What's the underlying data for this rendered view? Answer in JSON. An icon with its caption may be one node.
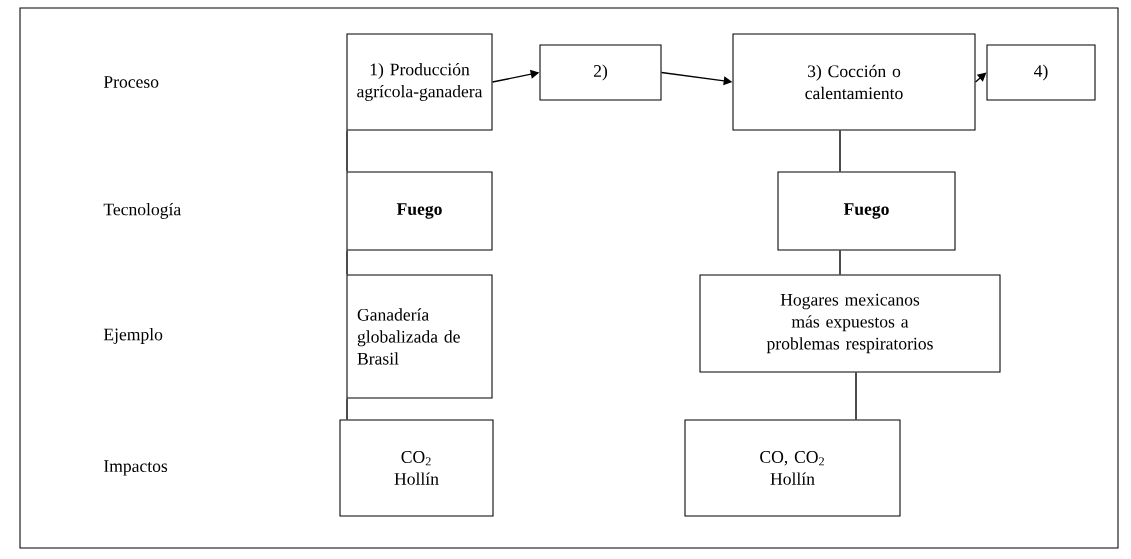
{
  "diagram": {
    "nodes": [
      {
        "text": [
          "1) Producción agrícola-ganadera"
        ]
      },
      {
        "text": [
          "2)"
        ]
      },
      {
        "text": [
          "3) Cocción o calentamiento"
        ]
      },
      {
        "text": [
          "4)"
        ]
      },
      {
        "text": [
          "Fuego"
        ]
      },
      {
        "text": [
          "Fuego"
        ]
      },
      {
        "text": [
          "Ganadería globalizada de Brasil"
        ]
      },
      {
        "text": [
          "Hogares mexicanos más expuestos a problemas respiratorios"
        ]
      },
      {
        "text": [
          "CO$_{2}$ Hollín"
        ]
      },
      {
        "text": [
          "CO, CO$_{2}$ Hollín"
        ]
      }
    ],
    "edges": [
      {
        "from": 0,
        "to": 1,
        "arrow": "to"
      },
      {
        "from": 1,
        "to": 2,
        "arrow": "to"
      },
      {
        "from": 2,
        "to": 3,
        "arrow": "to"
      },
      {
        "from": 0,
        "to": 4,
        "arrow": "none"
      },
      {
        "from": 4,
        "to": 6,
        "arrow": "none"
      },
      {
        "from": 6,
        "to": 8,
        "arrow": "none"
      },
      {
        "from": 2,
        "to": 5,
        "arrow": "none"
      },
      {
        "from": 5,
        "to": 7,
        "arrow": "none"
      },
      {
        "from": 7,
        "to": 9,
        "arrow": "none"
      }
    ],
    "labels": [
      "Proceso",
      "Tecnología",
      "Ejemplo",
      "Impactos"
    ]
  }
}
